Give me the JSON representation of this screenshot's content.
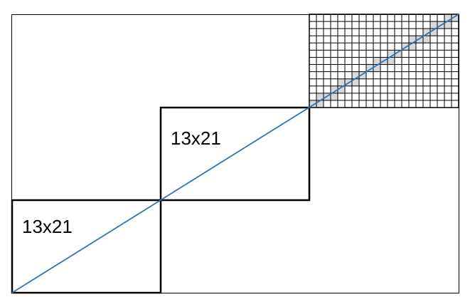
{
  "diagram": {
    "labels": {
      "lower_rectangle": "13x21",
      "middle_rectangle": "13x21"
    },
    "grid": {
      "columns": 21,
      "rows": 13
    },
    "colors": {
      "outline": "#000000",
      "diagonal_line": "#2e75b6",
      "highlight_cells": "#d9d9d9",
      "background": "#ffffff"
    }
  }
}
